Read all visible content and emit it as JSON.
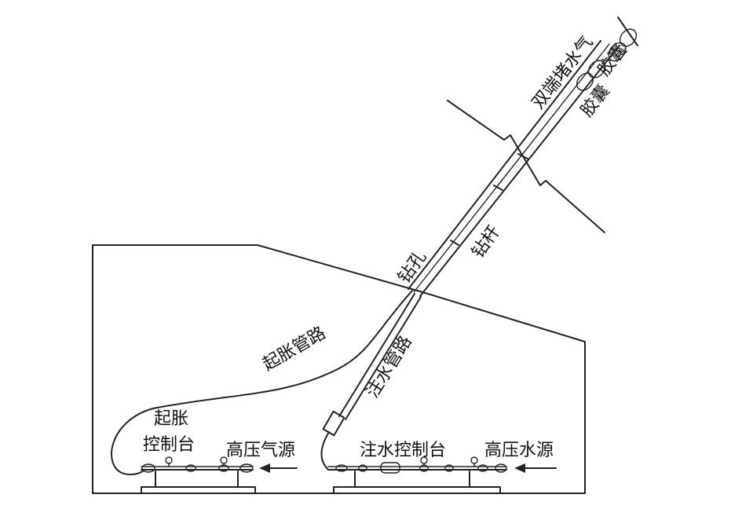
{
  "labels": {
    "packer": "双端堵水气",
    "capsule": "胶囊",
    "capsule2": "胶囊",
    "borehole": "钻孔",
    "drill_rod": "钻杆",
    "inflation_pipe": "起胀管路",
    "injection_pipe": "注水管路",
    "inflation_console_line1": "起胀",
    "inflation_console_line2": "控制台",
    "gas_source": "高压气源",
    "water_console": "注水控制台",
    "water_source": "高压水源"
  }
}
